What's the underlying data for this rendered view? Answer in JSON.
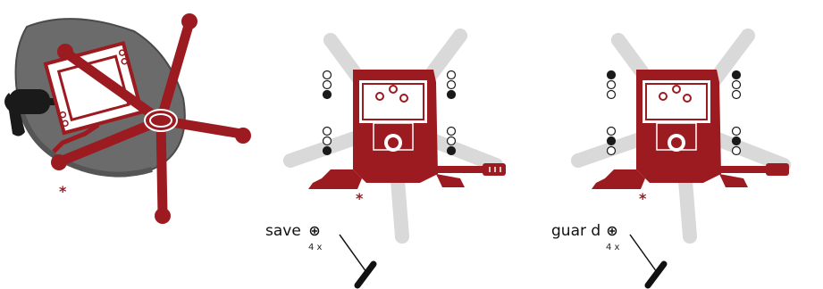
{
  "colors": {
    "frame_red": "#9b1b21",
    "ghost_grey": "#d9d9d9",
    "seat_grey": "#6b6b6b",
    "seat_dark": "#4a4a4a",
    "black": "#1a1a1a"
  },
  "panels": [
    {
      "id": "panel-1",
      "marker": "*"
    },
    {
      "id": "panel-2",
      "marker": "*",
      "mode_label": "save",
      "screw_count": "4 x",
      "screw_icon": "screw-head-icon",
      "tool_icon": "t-handle-hex-key-icon"
    },
    {
      "id": "panel-3",
      "marker": "*",
      "mode_label": "guar d",
      "screw_count": "4 x",
      "screw_icon": "screw-head-icon",
      "tool_icon": "t-handle-hex-key-icon"
    }
  ]
}
